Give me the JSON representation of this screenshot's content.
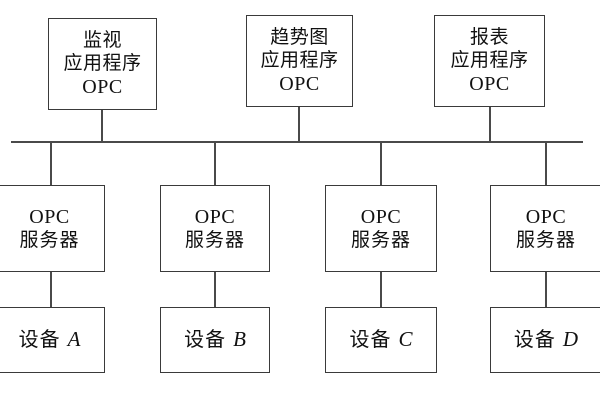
{
  "diagram": {
    "title": "OPC architecture diagram",
    "colors": {
      "background": "#ffffff",
      "box_border": "#3a3a3a",
      "line": "#4a4a4a",
      "text": "#111111"
    },
    "application_boxes": [
      {
        "line1": "监视",
        "line2": "应用程序",
        "line3": "OPC"
      },
      {
        "line1": "趋势图",
        "line2": "应用程序",
        "line3": "OPC"
      },
      {
        "line1": "报表",
        "line2": "应用程序",
        "line3": "OPC"
      }
    ],
    "server_boxes": [
      {
        "line1": "OPC",
        "line2": "服务器"
      },
      {
        "line1": "OPC",
        "line2": "服务器"
      },
      {
        "line1": "OPC",
        "line2": "服务器"
      },
      {
        "line1": "OPC",
        "line2": "服务器"
      }
    ],
    "device_boxes": [
      {
        "label": "设备",
        "letter": "A"
      },
      {
        "label": "设备",
        "letter": "B"
      },
      {
        "label": "设备",
        "letter": "C"
      },
      {
        "label": "设备",
        "letter": "D"
      }
    ]
  }
}
